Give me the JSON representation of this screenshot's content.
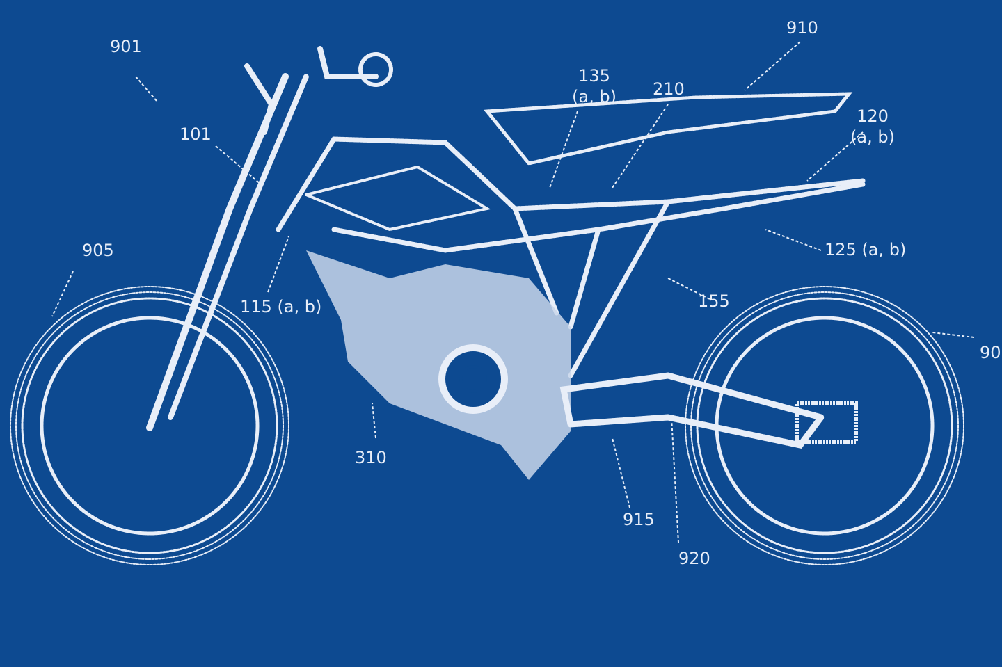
{
  "colors": {
    "background": "#0d4a91",
    "line": "#e8eef8"
  },
  "labels": {
    "l901": "901",
    "l910": "910",
    "l135": "135",
    "l135ab": "(a, b)",
    "l210": "210",
    "l120": "120",
    "l120ab": "(a, b)",
    "l101": "101",
    "l905": "905",
    "l115": "115 (a, b)",
    "l125": "125 (a, b)",
    "l155": "155",
    "l90": "90",
    "l310": "310",
    "l915": "915",
    "l920": "920"
  }
}
